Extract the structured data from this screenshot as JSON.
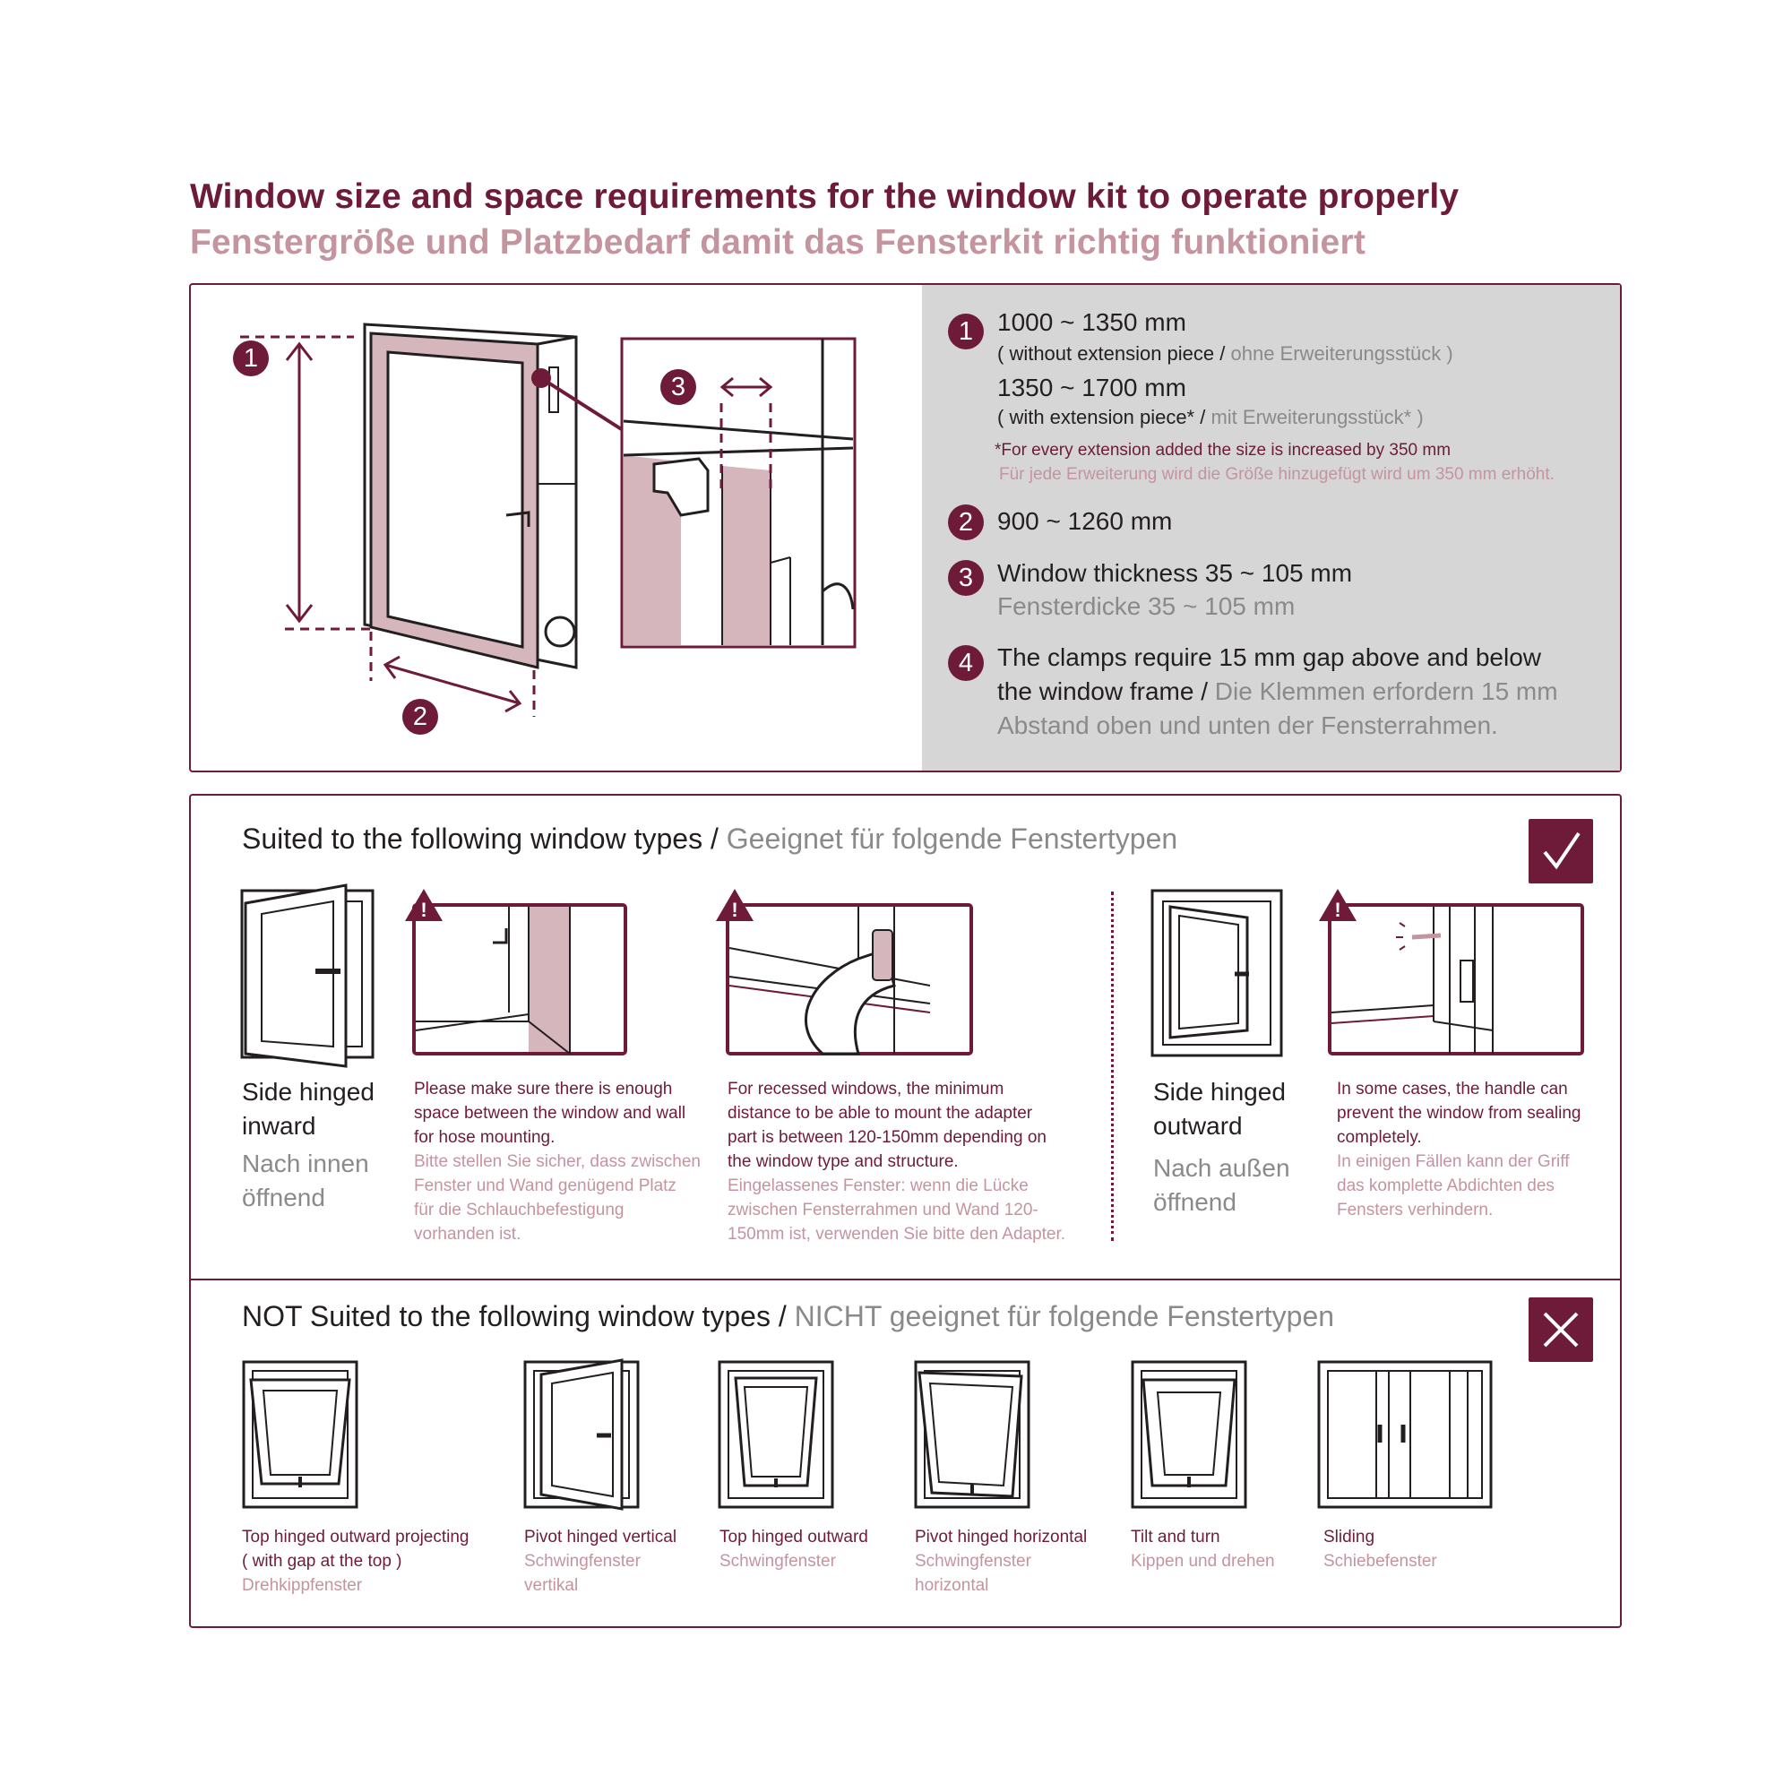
{
  "title": {
    "en": "Window size and space requirements for the window kit to operate properly",
    "de": "Fenstergröße und Platzbedarf damit das Fensterkit richtig funktioniert"
  },
  "diagram": {
    "badge1": "1",
    "badge2": "2",
    "badge3": "3"
  },
  "specs": {
    "s1": {
      "num": "1",
      "range_a": "1000 ~ 1350 mm",
      "range_a_note_en": "( without extension piece /",
      "range_a_note_de": "ohne Erweiterungsstück )",
      "range_b": "1350 ~ 1700 mm",
      "range_b_note_en": "( with extension piece* /",
      "range_b_note_de": "mit Erweiterungsstück* )",
      "footnote_en": "*For every extension added the size is increased by 350 mm",
      "footnote_de": "Für jede Erweiterung wird die Größe hinzugefügt wird um 350 mm erhöht."
    },
    "s2": {
      "num": "2",
      "range": "900 ~ 1260 mm"
    },
    "s3": {
      "num": "3",
      "en": "Window thickness 35 ~ 105 mm",
      "de": "Fensterdicke 35 ~ 105 mm"
    },
    "s4": {
      "num": "4",
      "line1": "The clamps require 15 mm gap above and below",
      "line2_en": "the window frame /",
      "line2_de": "Die Klemmen erfordern 15 mm",
      "line3_de": "Abstand oben und unten der Fensterrahmen."
    }
  },
  "suited": {
    "heading_en": "Suited to the following window types /",
    "heading_de": "Geeignet für folgende Fenstertypen",
    "check_icon": "check-icon",
    "inward": {
      "label_en_1": "Side hinged",
      "label_en_2": "inward",
      "label_de_1": "Nach innen",
      "label_de_2": "öffnend"
    },
    "tip1": {
      "en": "Please make sure there is enough space between the window and wall for hose mounting.",
      "de": "Bitte stellen Sie sicher, dass zwischen Fenster und Wand genügend Platz für die Schlauchbefestigung vorhanden ist."
    },
    "tip2": {
      "en": "For recessed windows, the minimum distance to be able to mount the adapter part is between 120-150mm depending on the window type and structure.",
      "de": "Eingelassenes Fenster: wenn die Lücke zwischen Fensterrahmen und Wand 120-150mm ist, verwenden Sie bitte den Adapter."
    },
    "outward": {
      "label_en_1": "Side hinged",
      "label_en_2": "outward",
      "label_de_1": "Nach außen",
      "label_de_2": "öffnend"
    },
    "tip3": {
      "en": "In some cases, the handle can prevent the window from sealing completely.",
      "de": "In einigen Fällen kann der Griff das komplette Abdichten des Fensters verhindern."
    }
  },
  "not_suited": {
    "heading_en": "NOT Suited to the following window types /",
    "heading_de": "NICHT geeignet für folgende Fenstertypen",
    "cross_icon": "cross-icon",
    "types": [
      {
        "en": "Top hinged outward projecting",
        "en2": "( with gap at the top )",
        "de": "Drehkippfenster",
        "de2": ""
      },
      {
        "en": "Pivot hinged vertical",
        "en2": "",
        "de": "Schwingfenster",
        "de2": "vertikal"
      },
      {
        "en": "Top hinged outward",
        "en2": "",
        "de": "Schwingfenster",
        "de2": ""
      },
      {
        "en": "Pivot hinged horizontal",
        "en2": "",
        "de": "Schwingfenster",
        "de2": "horizontal"
      },
      {
        "en": "Tilt and turn",
        "en2": "",
        "de": "Kippen und drehen",
        "de2": ""
      },
      {
        "en": "Sliding",
        "en2": "",
        "de": "Schiebefenster",
        "de2": ""
      }
    ]
  },
  "colors": {
    "brand": "#6e1b3a",
    "pink": "#c4949f",
    "panel": "#d6d6d6",
    "fill": "#d4b6bc"
  }
}
